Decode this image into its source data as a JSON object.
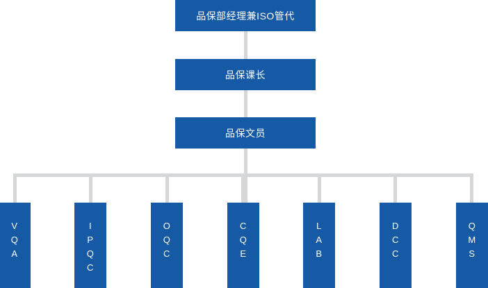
{
  "chart_data": {
    "type": "diagram",
    "title": "",
    "orientation": "top-down",
    "levels": 3,
    "accent_color": "#1659a4",
    "connector_color": "#d6d7d8",
    "background_color": "#ffffff",
    "nodes": [
      {
        "id": "manager",
        "label": "品保部经理兼ISO管代",
        "level": 0
      },
      {
        "id": "section-chief",
        "label": "品保课长",
        "level": 1
      },
      {
        "id": "clerk",
        "label": "品保文员",
        "level": 2
      },
      {
        "id": "vqa",
        "label": "VQA",
        "level": 3
      },
      {
        "id": "ipqc",
        "label": "IPQC",
        "level": 3
      },
      {
        "id": "oqc",
        "label": "OQC",
        "level": 3
      },
      {
        "id": "cqe",
        "label": "CQE",
        "level": 3
      },
      {
        "id": "lab",
        "label": "LAB",
        "level": 3
      },
      {
        "id": "dcc",
        "label": "DCC",
        "level": 3
      },
      {
        "id": "qms",
        "label": "QMS",
        "level": 3
      }
    ],
    "edges": [
      {
        "from": "manager",
        "to": "section-chief"
      },
      {
        "from": "section-chief",
        "to": "clerk"
      },
      {
        "from": "clerk",
        "to": "vqa"
      },
      {
        "from": "clerk",
        "to": "ipqc"
      },
      {
        "from": "clerk",
        "to": "oqc"
      },
      {
        "from": "clerk",
        "to": "cqe"
      },
      {
        "from": "clerk",
        "to": "lab"
      },
      {
        "from": "clerk",
        "to": "dcc"
      },
      {
        "from": "clerk",
        "to": "qms"
      }
    ]
  },
  "spine": {
    "manager": {
      "label": "品保部经理兼ISO管代"
    },
    "section_chief": {
      "label": "品保课长"
    },
    "clerk": {
      "label": "品保文员"
    }
  },
  "leaves": [
    {
      "label": "VQA",
      "letters": [
        "V",
        "Q",
        "A"
      ]
    },
    {
      "label": "IPQC",
      "letters": [
        "I",
        "P",
        "Q",
        "C"
      ]
    },
    {
      "label": "OQC",
      "letters": [
        "O",
        "Q",
        "C"
      ]
    },
    {
      "label": "CQE",
      "letters": [
        "C",
        "Q",
        "E"
      ]
    },
    {
      "label": "LAB",
      "letters": [
        "L",
        "A",
        "B"
      ]
    },
    {
      "label": "DCC",
      "letters": [
        "D",
        "C",
        "C"
      ]
    },
    {
      "label": "QMS",
      "letters": [
        "Q",
        "M",
        "S"
      ]
    }
  ]
}
